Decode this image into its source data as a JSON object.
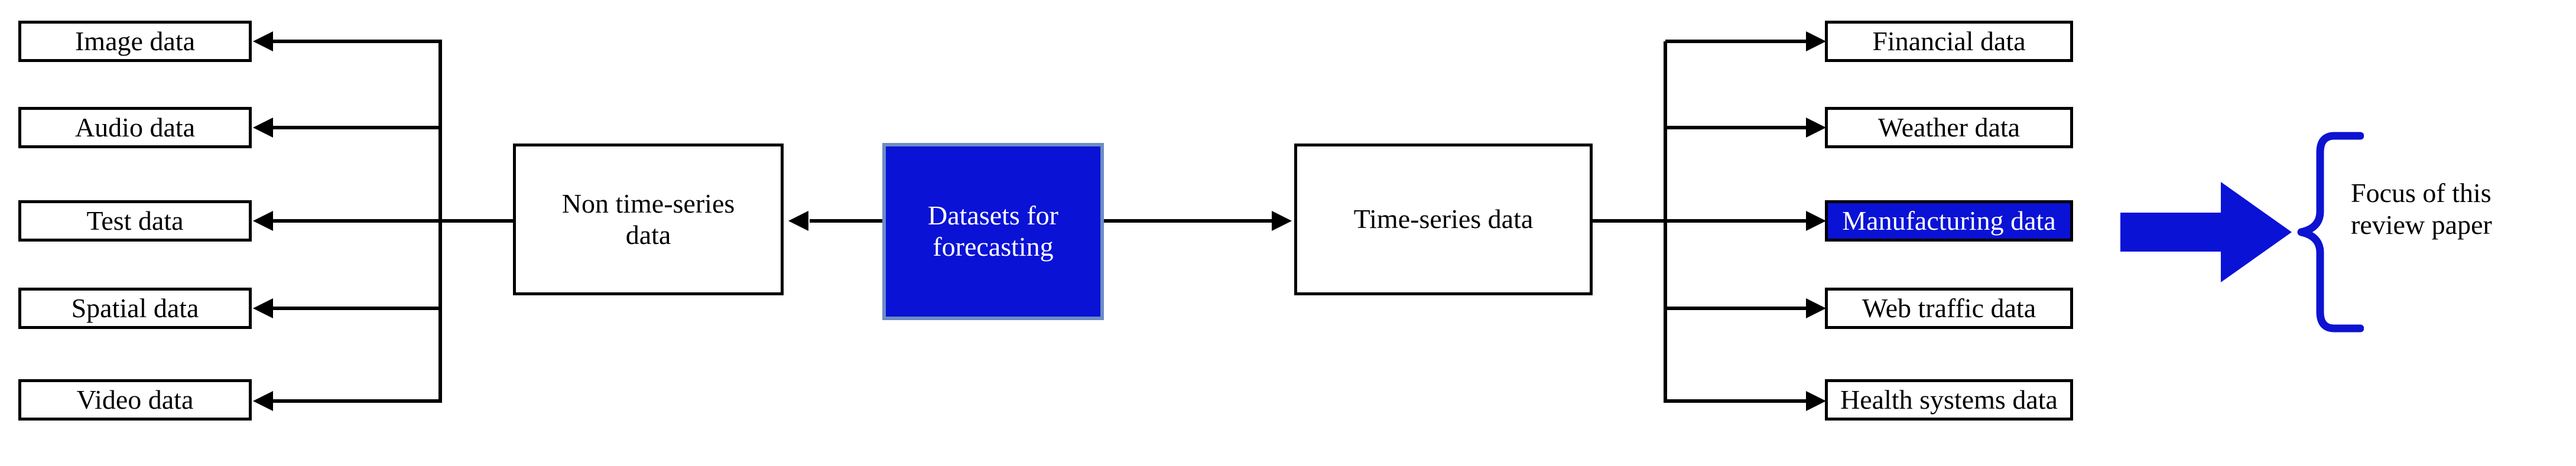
{
  "diagram": {
    "title_hint": "Datasets for forecasting taxonomy",
    "colors": {
      "accent_blue": "#0a12d6",
      "hero_border": "#6b8dc4",
      "brace_blue": "#0d13d0",
      "stroke": "#000000",
      "background": "#ffffff",
      "highlight_text": "#ffffff"
    },
    "center": {
      "label": "Datasets for\nforecasting"
    },
    "branches": {
      "non_time_series": {
        "label": "Non time-series\ndata",
        "children": [
          {
            "label": "Image data",
            "highlighted": false
          },
          {
            "label": "Audio data",
            "highlighted": false
          },
          {
            "label": "Test data",
            "highlighted": false
          },
          {
            "label": "Spatial data",
            "highlighted": false
          },
          {
            "label": "Video data",
            "highlighted": false
          }
        ]
      },
      "time_series": {
        "label": "Time-series data",
        "children": [
          {
            "label": "Financial data",
            "highlighted": false
          },
          {
            "label": "Weather data",
            "highlighted": false
          },
          {
            "label": "Manufacturing data",
            "highlighted": true
          },
          {
            "label": "Web traffic data",
            "highlighted": false
          },
          {
            "label": "Health systems data",
            "highlighted": false
          }
        ]
      }
    },
    "callout": {
      "label": "Focus of this\nreview paper"
    }
  }
}
